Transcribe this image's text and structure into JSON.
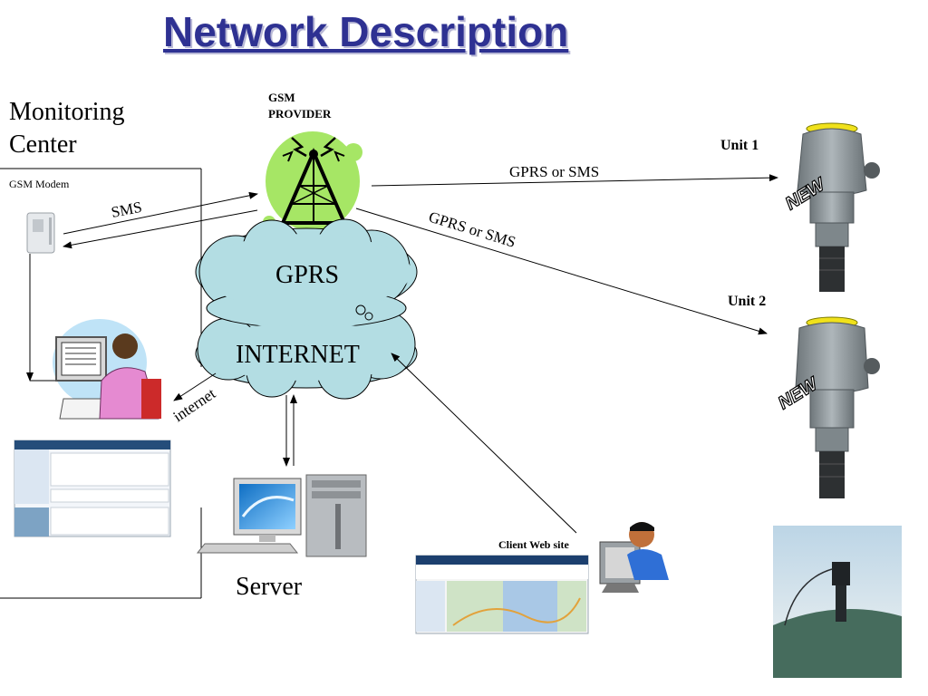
{
  "title": "Network Description",
  "monitoring_center": {
    "line1": "Monitoring",
    "line2": "Center",
    "modem_label": "GSM Modem"
  },
  "provider": {
    "line1": "GSM",
    "line2": "PROVIDER"
  },
  "cloud": {
    "gprs": "GPRS",
    "internet": "INTERNET"
  },
  "links": {
    "sms": "SMS",
    "gprs_sms_unit1": "GPRS or SMS",
    "gprs_sms_unit2": "GPRS or SMS",
    "internet": "internet"
  },
  "units": {
    "unit1": "Unit 1",
    "unit2": "Unit 2",
    "badge": "NEW"
  },
  "server": {
    "label": "Server"
  },
  "client": {
    "label": "Client Web site"
  },
  "colors": {
    "title": "#2e3192",
    "cloud": "#b3dde3",
    "tower_glow": "#a6e665",
    "sensor": "#8f979b"
  }
}
